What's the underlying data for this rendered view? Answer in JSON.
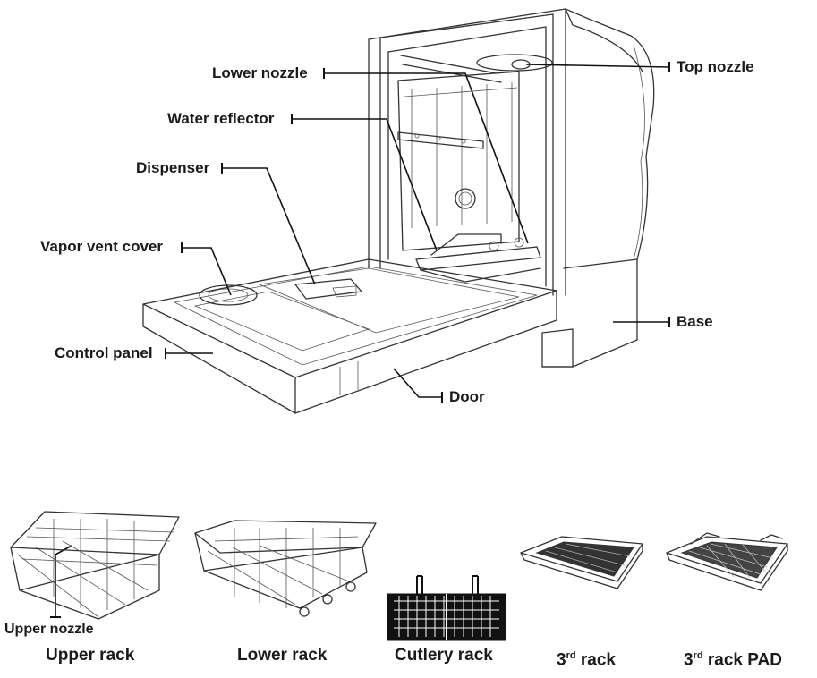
{
  "dishwasher": {
    "labels": {
      "lower_nozzle": "Lower nozzle",
      "top_nozzle": "Top nozzle",
      "water_reflector": "Water reflector",
      "dispenser": "Dispenser",
      "vapor_vent_cover": "Vapor vent cover",
      "base": "Base",
      "control_panel": "Control panel",
      "door": "Door"
    }
  },
  "racks": {
    "upper_nozzle": "Upper nozzle",
    "upper_rack": "Upper rack",
    "lower_rack": "Lower rack",
    "cutlery_rack": "Cutlery rack",
    "third_rack": {
      "num": "3",
      "sup": "rd",
      "text": " rack"
    },
    "third_rack_pad": {
      "num": "3",
      "sup": "rd",
      "text": " rack PAD"
    }
  }
}
